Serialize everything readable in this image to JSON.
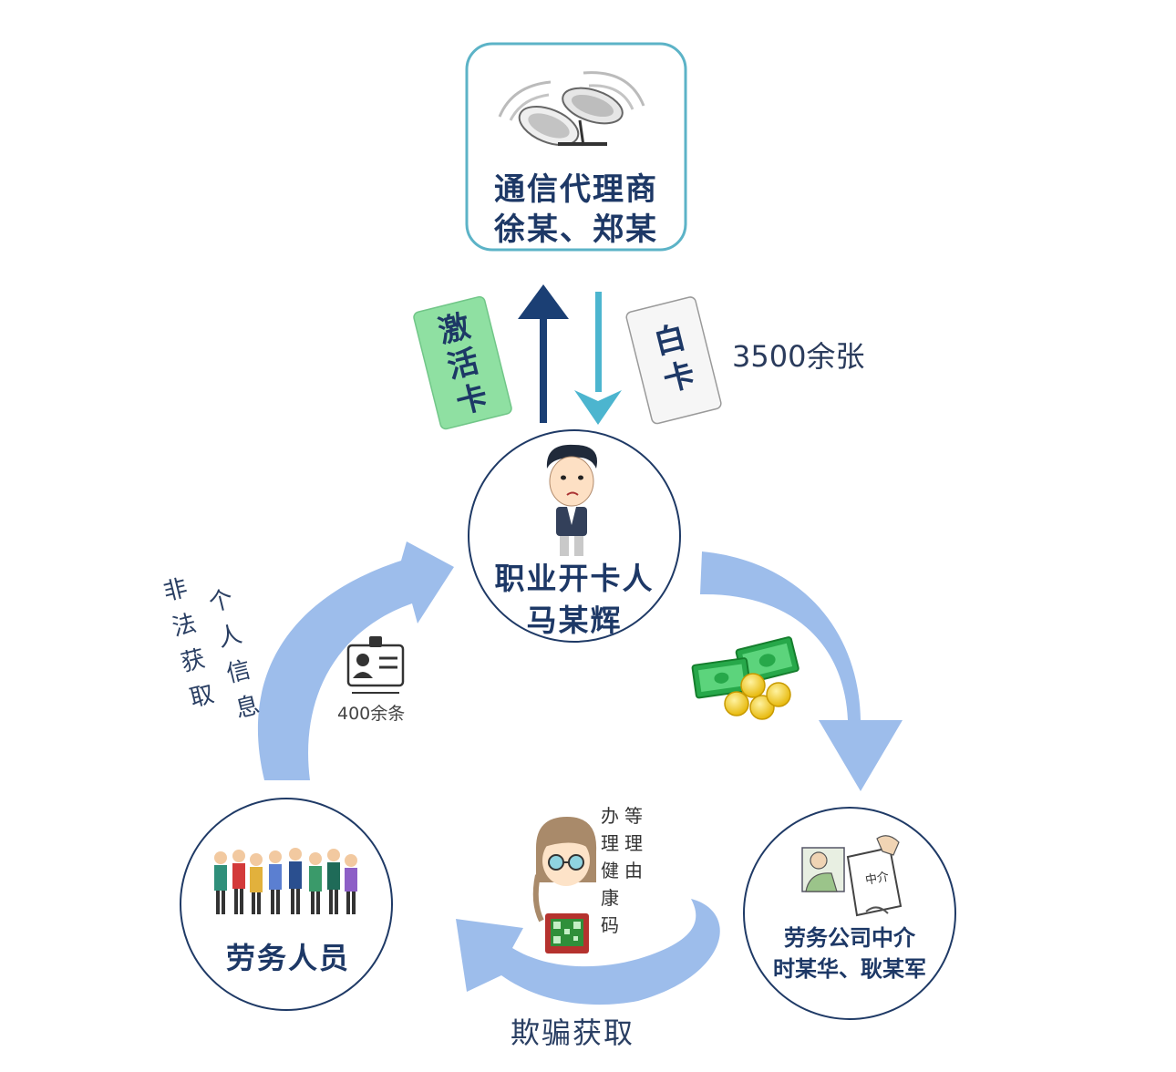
{
  "nodes": {
    "carrier_agent": {
      "line1": "通信代理商",
      "line2": "徐某、郑某"
    },
    "card_opener": {
      "line1": "职业开卡人",
      "line2": "马某辉"
    },
    "labor_agency": {
      "line1": "劳务公司中介",
      "line2": "时某华、耿某军"
    },
    "laborers": {
      "line1": "劳务人员"
    }
  },
  "edges": {
    "activated_card": {
      "label": "激活卡"
    },
    "blank_card": {
      "label": "白卡",
      "count": "3500余张"
    },
    "illegal_obtain": {
      "label_a": "非法获取",
      "label_b": "个人信息"
    },
    "id_records": {
      "label": "400余条"
    },
    "fraud": {
      "label": "欺骗获取"
    },
    "pretext": {
      "label_a": "等理由",
      "label_b": "办理健康码"
    }
  },
  "colors": {
    "arc_blue": "#9dbdeb",
    "node_border": "#1f3a66",
    "top_border": "#5cb3c7",
    "arrow_up": "#1b3f74",
    "arrow_down": "#4cb5cf",
    "green_card": "#8fe0a2"
  },
  "icons": [
    "satellite-dish-icon",
    "businessman-icon",
    "crowd-icon",
    "broker-icon",
    "money-icon",
    "id-card-icon",
    "health-code-girl-icon"
  ]
}
